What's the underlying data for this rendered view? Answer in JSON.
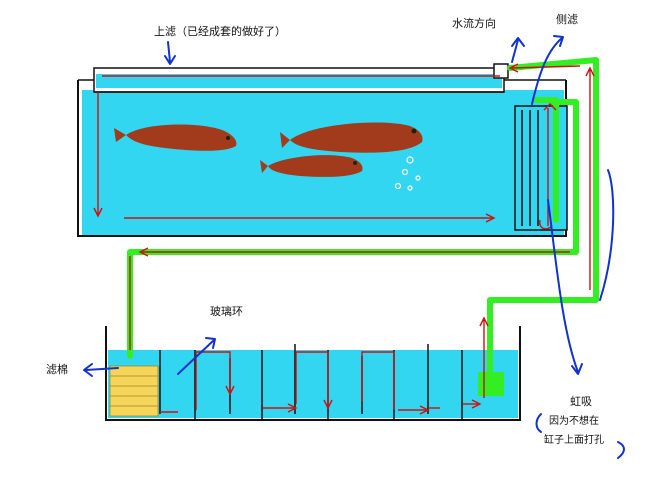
{
  "labels": {
    "top_filter": "上滤（已经成套的做好了）",
    "flow_direction": "水流方向",
    "side_filter": "侧滤",
    "glass_rings": "玻璃环",
    "filter_cotton": "滤棉",
    "siphon": "虹吸",
    "siphon_note_line1": "因为不想在",
    "siphon_note_line2": "缸子上面打孔"
  },
  "colors": {
    "water": "#33d6f0",
    "pipe": "#33ee22",
    "flow_arrow": "#cc1111",
    "annotation": "#1133cc",
    "tank_frame": "#111111",
    "fish": "#a23a1c",
    "filter_cotton": "#f5d65a"
  }
}
